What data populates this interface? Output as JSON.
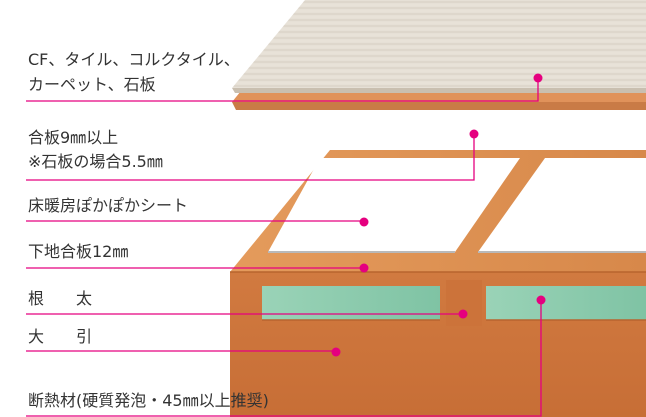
{
  "labels": {
    "finish_line1": "CF、タイル、コルクタイル、",
    "finish_line2": "カーペット、石板",
    "plywood_line1": "合板9㎜以上",
    "plywood_line2": "※石板の場合5.5㎜",
    "heating_sheet": "床暖房ぽかぽかシート",
    "subfloor": "下地合板12㎜",
    "joist": "根　　太",
    "beam": "大　　引",
    "insulation": "断熱材(硬質発泡・45㎜以上推奨)"
  },
  "colors": {
    "leader_line": "#e5007f",
    "dot": "#e5007f",
    "wood": "#d98a4a",
    "insulation_board": "#8fcdb0",
    "label_text": "#333333"
  }
}
